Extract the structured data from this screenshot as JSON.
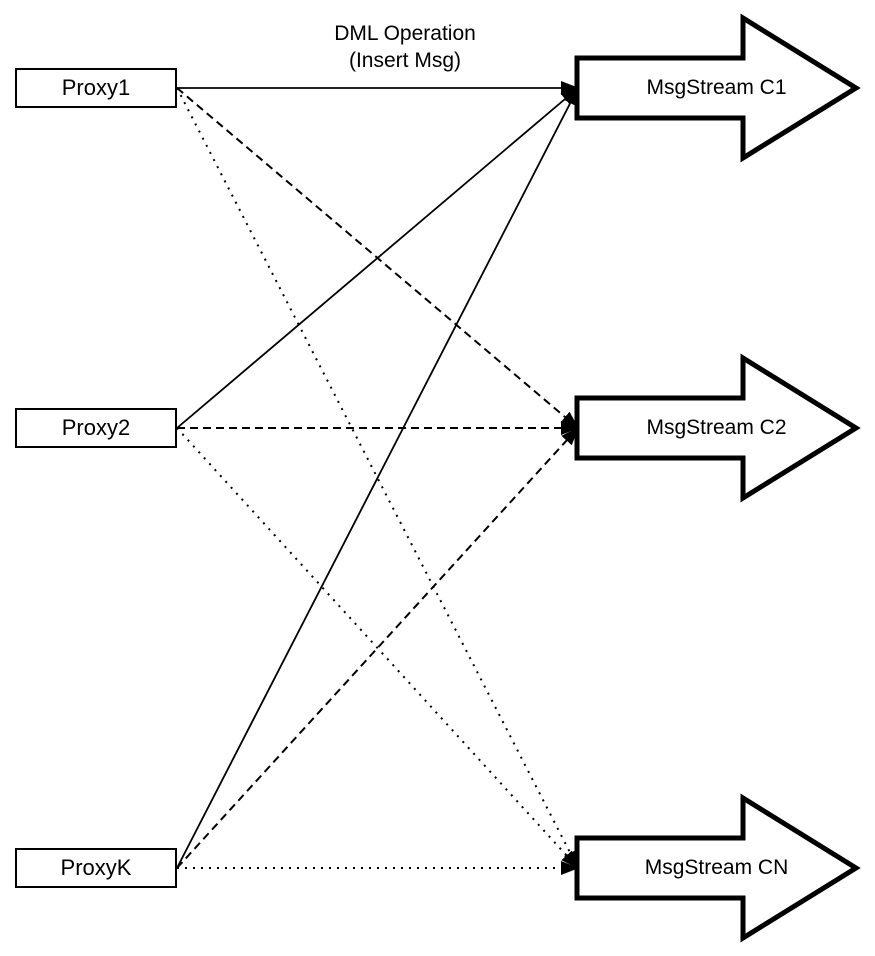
{
  "title": {
    "line1": "DML Operation",
    "line2": "(Insert Msg)"
  },
  "proxies": [
    {
      "label": "Proxy1"
    },
    {
      "label": "Proxy2"
    },
    {
      "label": "ProxyK"
    }
  ],
  "streams": [
    {
      "label": "MsgStream C1"
    },
    {
      "label": "MsgStream C2"
    },
    {
      "label": "MsgStream CN"
    }
  ],
  "edges": [
    {
      "from": "Proxy1",
      "to": "MsgStream C1",
      "style": "solid"
    },
    {
      "from": "Proxy2",
      "to": "MsgStream C1",
      "style": "solid"
    },
    {
      "from": "ProxyK",
      "to": "MsgStream C1",
      "style": "solid"
    },
    {
      "from": "Proxy1",
      "to": "MsgStream C2",
      "style": "dashed"
    },
    {
      "from": "Proxy2",
      "to": "MsgStream C2",
      "style": "dashed"
    },
    {
      "from": "ProxyK",
      "to": "MsgStream C2",
      "style": "dashed"
    },
    {
      "from": "Proxy1",
      "to": "MsgStream CN",
      "style": "dotted"
    },
    {
      "from": "Proxy2",
      "to": "MsgStream CN",
      "style": "dotted"
    },
    {
      "from": "ProxyK",
      "to": "MsgStream CN",
      "style": "dotted"
    }
  ],
  "colors": {
    "stroke": "#000000",
    "fill": "#ffffff"
  }
}
